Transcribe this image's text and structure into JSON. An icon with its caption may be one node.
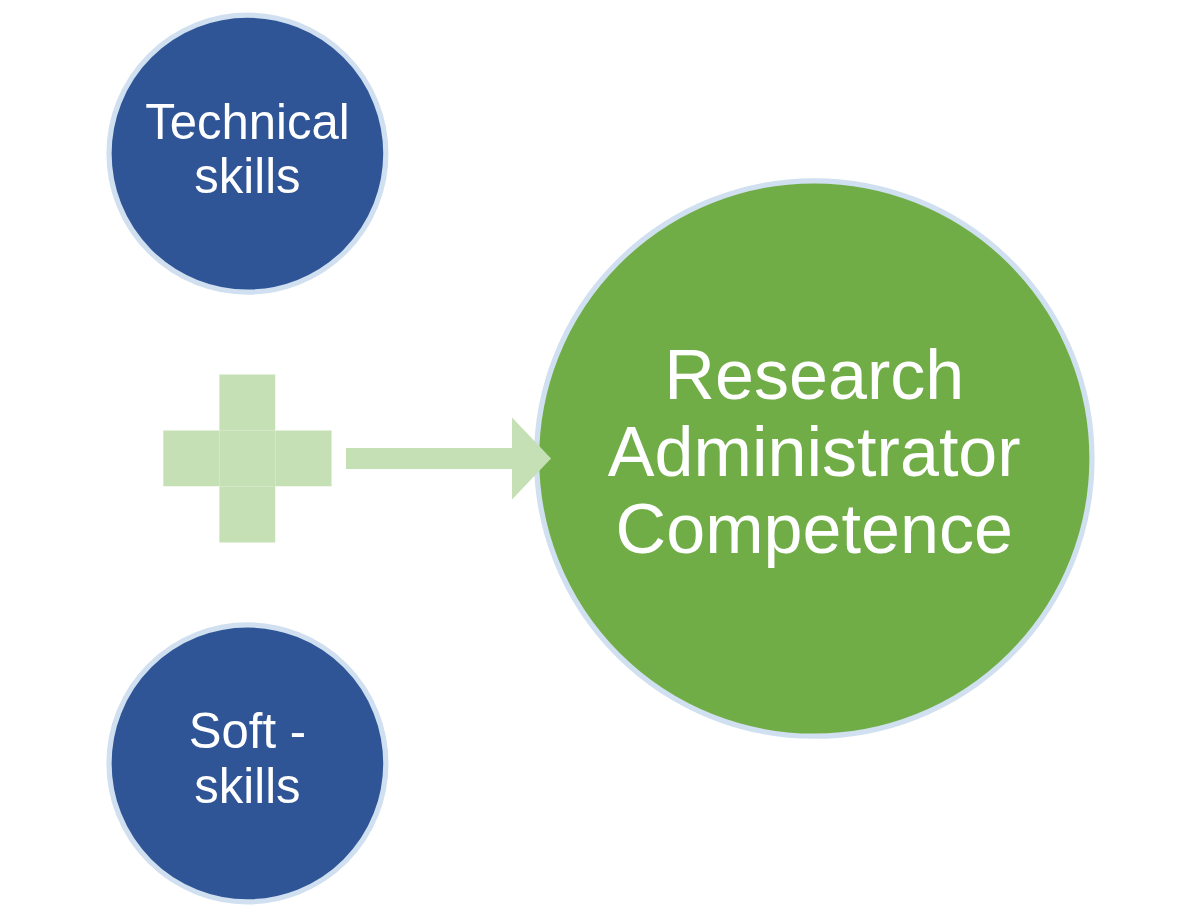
{
  "diagram": {
    "nodes": [
      {
        "text": [
          "Technical skills"
        ]
      },
      {
        "text": [],
        "shape": "plus"
      },
      {
        "text": [
          "Soft - skills"
        ]
      },
      {
        "text": [
          "Research Administrator Competence"
        ]
      }
    ],
    "edges": [
      {
        "from": 1,
        "to": 3,
        "arrow": "to"
      }
    ]
  }
}
